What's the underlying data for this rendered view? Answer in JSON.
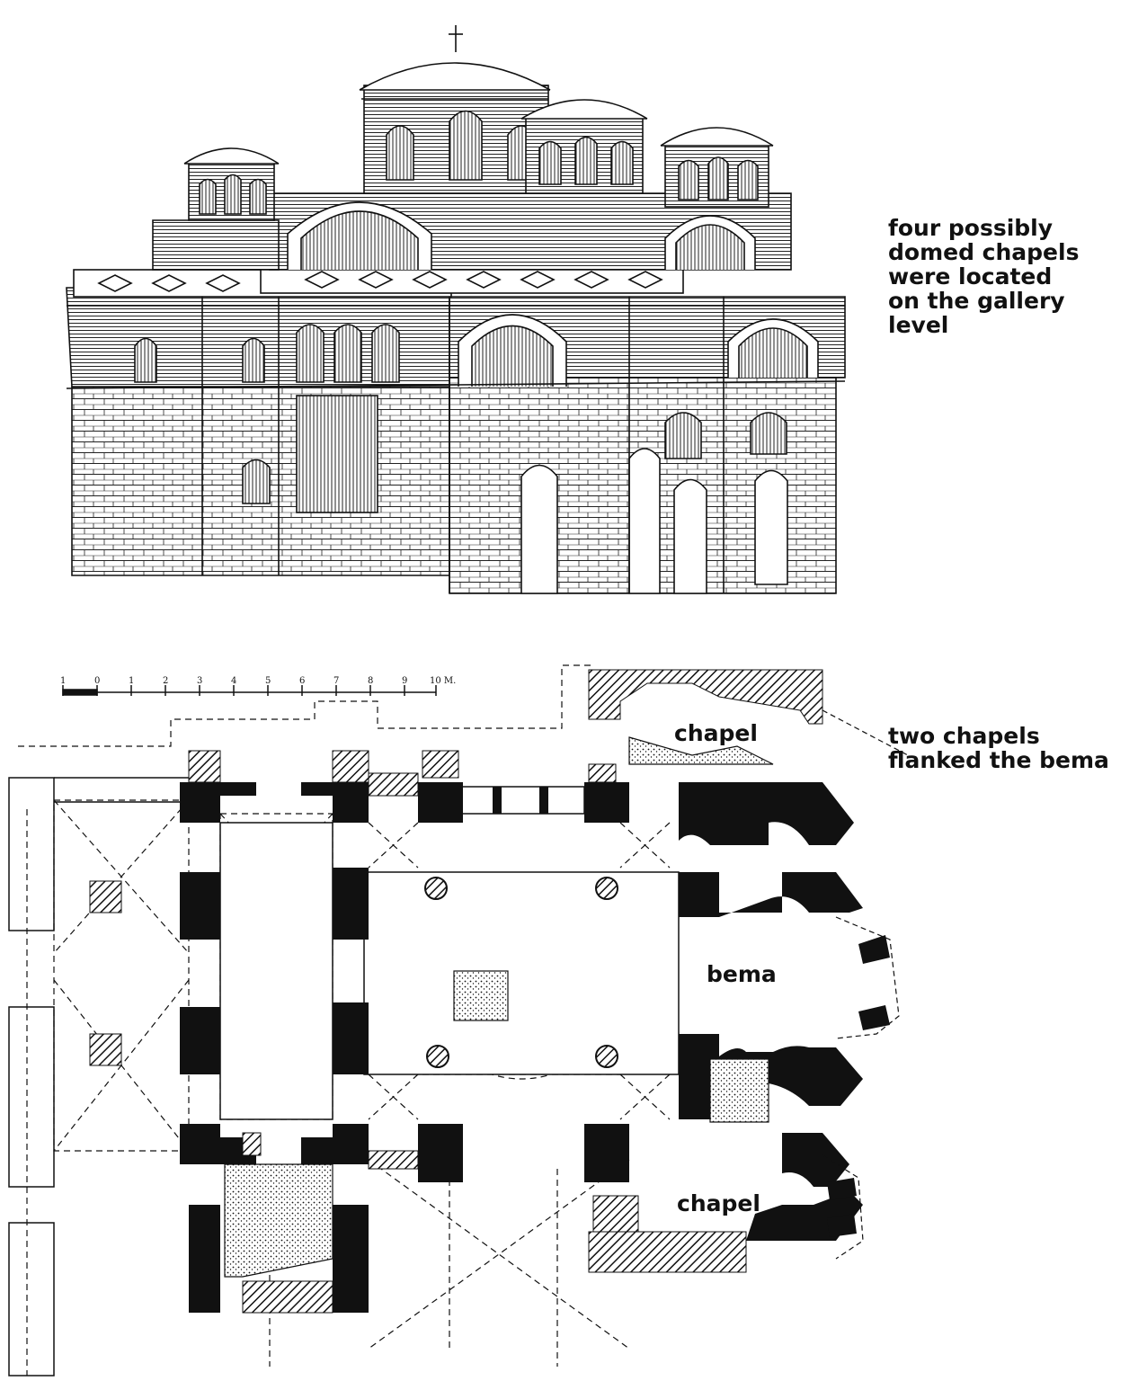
{
  "captions": {
    "gallery": [
      "four possibly",
      "domed chapels",
      "were located",
      "on the gallery",
      "level"
    ],
    "bema": [
      "two chapels",
      "flanked the bema"
    ]
  },
  "plan_labels": {
    "chapel_north": "chapel",
    "bema": "bema",
    "chapel_south": "chapel"
  },
  "scale_bar": {
    "ticks": [
      "1",
      "0",
      "1",
      "2",
      "3",
      "4",
      "5",
      "6",
      "7",
      "8",
      "9",
      "10 M."
    ]
  },
  "colors": {
    "ink": "#111111",
    "paper": "#ffffff"
  }
}
